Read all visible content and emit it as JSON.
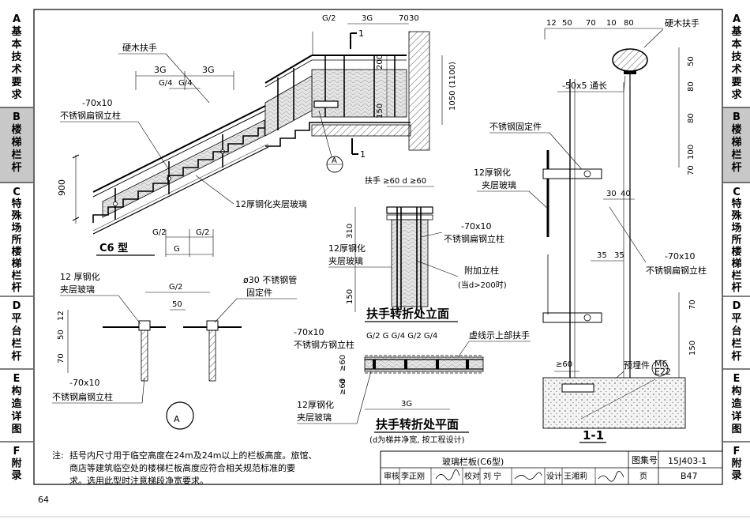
{
  "left_tabs": [
    {
      "letter": "A",
      "text": "基本技术要求",
      "active": false
    },
    {
      "letter": "B",
      "text": "楼梯栏杆",
      "active": true
    },
    {
      "letter": "C",
      "text": "特殊场所楼梯栏杆",
      "active": false
    },
    {
      "letter": "D",
      "text": "平台栏杆",
      "active": false
    },
    {
      "letter": "E",
      "text": "构造详图",
      "active": false
    },
    {
      "letter": "F",
      "text": "附录",
      "active": false
    }
  ],
  "right_tabs": [
    {
      "letter": "A",
      "text": "基本技术要求",
      "active": false
    },
    {
      "letter": "B",
      "text": "楼梯栏杆",
      "active": true
    },
    {
      "letter": "C",
      "text": "特殊场所楼梯栏杆",
      "active": false
    },
    {
      "letter": "D",
      "text": "平台栏杆",
      "active": false
    },
    {
      "letter": "E",
      "text": "构造详图",
      "active": false
    },
    {
      "letter": "F",
      "text": "附录",
      "active": false
    }
  ],
  "stair": {
    "handrail": "硬木扶手",
    "dim_3g_a": "3G",
    "dim_3g_b": "3G",
    "dim_g4_a": "G/4",
    "dim_g4_b": "G/4",
    "post_size": "-70x10",
    "post_name": "不锈钢扁钢立柱",
    "glass": "12厚钢化夹层玻璃",
    "height": "900",
    "g2_a": "G/2",
    "g2_b": "G/2",
    "g": "G",
    "type": "C6 型"
  },
  "section_top": {
    "g2": "G/2",
    "g3": "3G",
    "d70": "70",
    "d30": "30",
    "d200": "200",
    "d150": "150",
    "h1050": "1050 (1100)",
    "mark1": "1",
    "mark1b": "1",
    "circle": "A"
  },
  "detail_a": {
    "glass_1": "12 厚钢化",
    "glass_2": "夹层玻璃",
    "g2": "G/2",
    "d50w": "50",
    "pipe_1": "ø30 不锈钢管",
    "pipe_2": "固定件",
    "d12": "12",
    "d50": "50",
    "d70": "70",
    "post_size": "-70x10",
    "post_name": "不锈钢扁钢立柱",
    "label": "A"
  },
  "turn_elev": {
    "dims": "扶手 ≥60  d  ≥60",
    "d310": "310",
    "d150": "150",
    "post_size": "-70x10",
    "post_name": "不锈钢扁钢立柱",
    "glass_1": "12厚钢化",
    "glass_2": "夹层玻璃",
    "extra_1": "附加立柱",
    "extra_2": "(当d>200时)",
    "title": "扶手转折处立面"
  },
  "turn_plan": {
    "post_size": "-70x10",
    "post_name": "不锈钢方钢立柱",
    "dims": "G/2  G    G/4 G/2 G/4",
    "dash_note": "虚线示上部扶手",
    "d60a": "≥60",
    "d": "d",
    "d60b": "≥60",
    "g3": "3G",
    "glass_1": "12厚钢化",
    "glass_2": "夹层玻璃",
    "title": "扶手转折处平面",
    "subtitle": "(d为梯井净宽, 按工程设计)"
  },
  "section_11": {
    "top_dims": [
      "12",
      "50",
      "70",
      "10",
      "80"
    ],
    "handrail": "硬木扶手",
    "bar": "-50x5 通长",
    "fixer": "不锈钢固定件",
    "glass_1": "12厚钢化",
    "glass_2": "夹层玻璃",
    "right_dims": [
      "50",
      "80",
      "80",
      "100",
      "70"
    ],
    "d30": "30",
    "d40": "40",
    "d35a": "35",
    "d35b": "35",
    "post_size": "-70x10",
    "post_name": "不锈钢扁钢立柱",
    "d70": "70",
    "d150": "150",
    "ge60": "≥60",
    "embed": "预埋件",
    "m6_a": "M6",
    "m6_b": "E22",
    "title": "1-1"
  },
  "note": {
    "label": "注:",
    "line1": "括号内尺寸用于临空高度在24m及24m以上的栏板高度。旅馆、",
    "line2": "商店等建筑临空处的楼梯栏板高度应符合相关规范标准的要",
    "line3": "求。选用此型时注意梯段净宽要求。"
  },
  "title_block": {
    "title": "玻璃栏板(C6型)",
    "atlas_label": "图集号",
    "atlas_no": "15J403-1",
    "review": "审核",
    "reviewer": "李正刚",
    "check": "校对",
    "checker": "刘  宁",
    "design": "设计",
    "designer": "王湘莉",
    "page_label": "页",
    "page_no": "B47"
  },
  "page_number": "64"
}
